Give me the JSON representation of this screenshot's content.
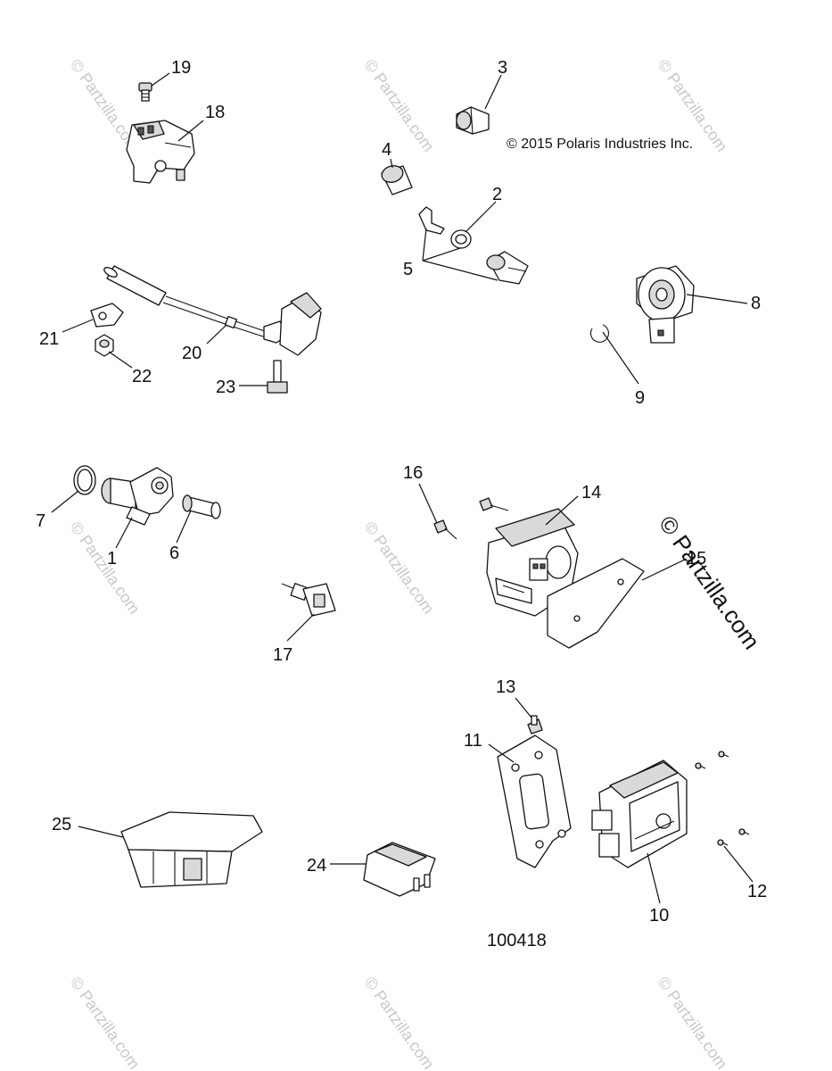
{
  "copyright": "© 2015 Polaris Industries Inc.",
  "diagram_number": "100418",
  "watermark_main": "© Partzilla.com",
  "watermark_faint": "© Partzilla.com",
  "callouts": [
    {
      "key": "19",
      "label": "19"
    },
    {
      "key": "18",
      "label": "18"
    },
    {
      "key": "3",
      "label": "3"
    },
    {
      "key": "4",
      "label": "4"
    },
    {
      "key": "2",
      "label": "2"
    },
    {
      "key": "5",
      "label": "5"
    },
    {
      "key": "8",
      "label": "8"
    },
    {
      "key": "9",
      "label": "9"
    },
    {
      "key": "21",
      "label": "21"
    },
    {
      "key": "20",
      "label": "20"
    },
    {
      "key": "22",
      "label": "22"
    },
    {
      "key": "23",
      "label": "23"
    },
    {
      "key": "16",
      "label": "16"
    },
    {
      "key": "14",
      "label": "14"
    },
    {
      "key": "7",
      "label": "7"
    },
    {
      "key": "1",
      "label": "1"
    },
    {
      "key": "6",
      "label": "6"
    },
    {
      "key": "15",
      "label": "15"
    },
    {
      "key": "17",
      "label": "17"
    },
    {
      "key": "13",
      "label": "13"
    },
    {
      "key": "11",
      "label": "11"
    },
    {
      "key": "25",
      "label": "25"
    },
    {
      "key": "24",
      "label": "24"
    },
    {
      "key": "12",
      "label": "12"
    },
    {
      "key": "10",
      "label": "10"
    }
  ]
}
